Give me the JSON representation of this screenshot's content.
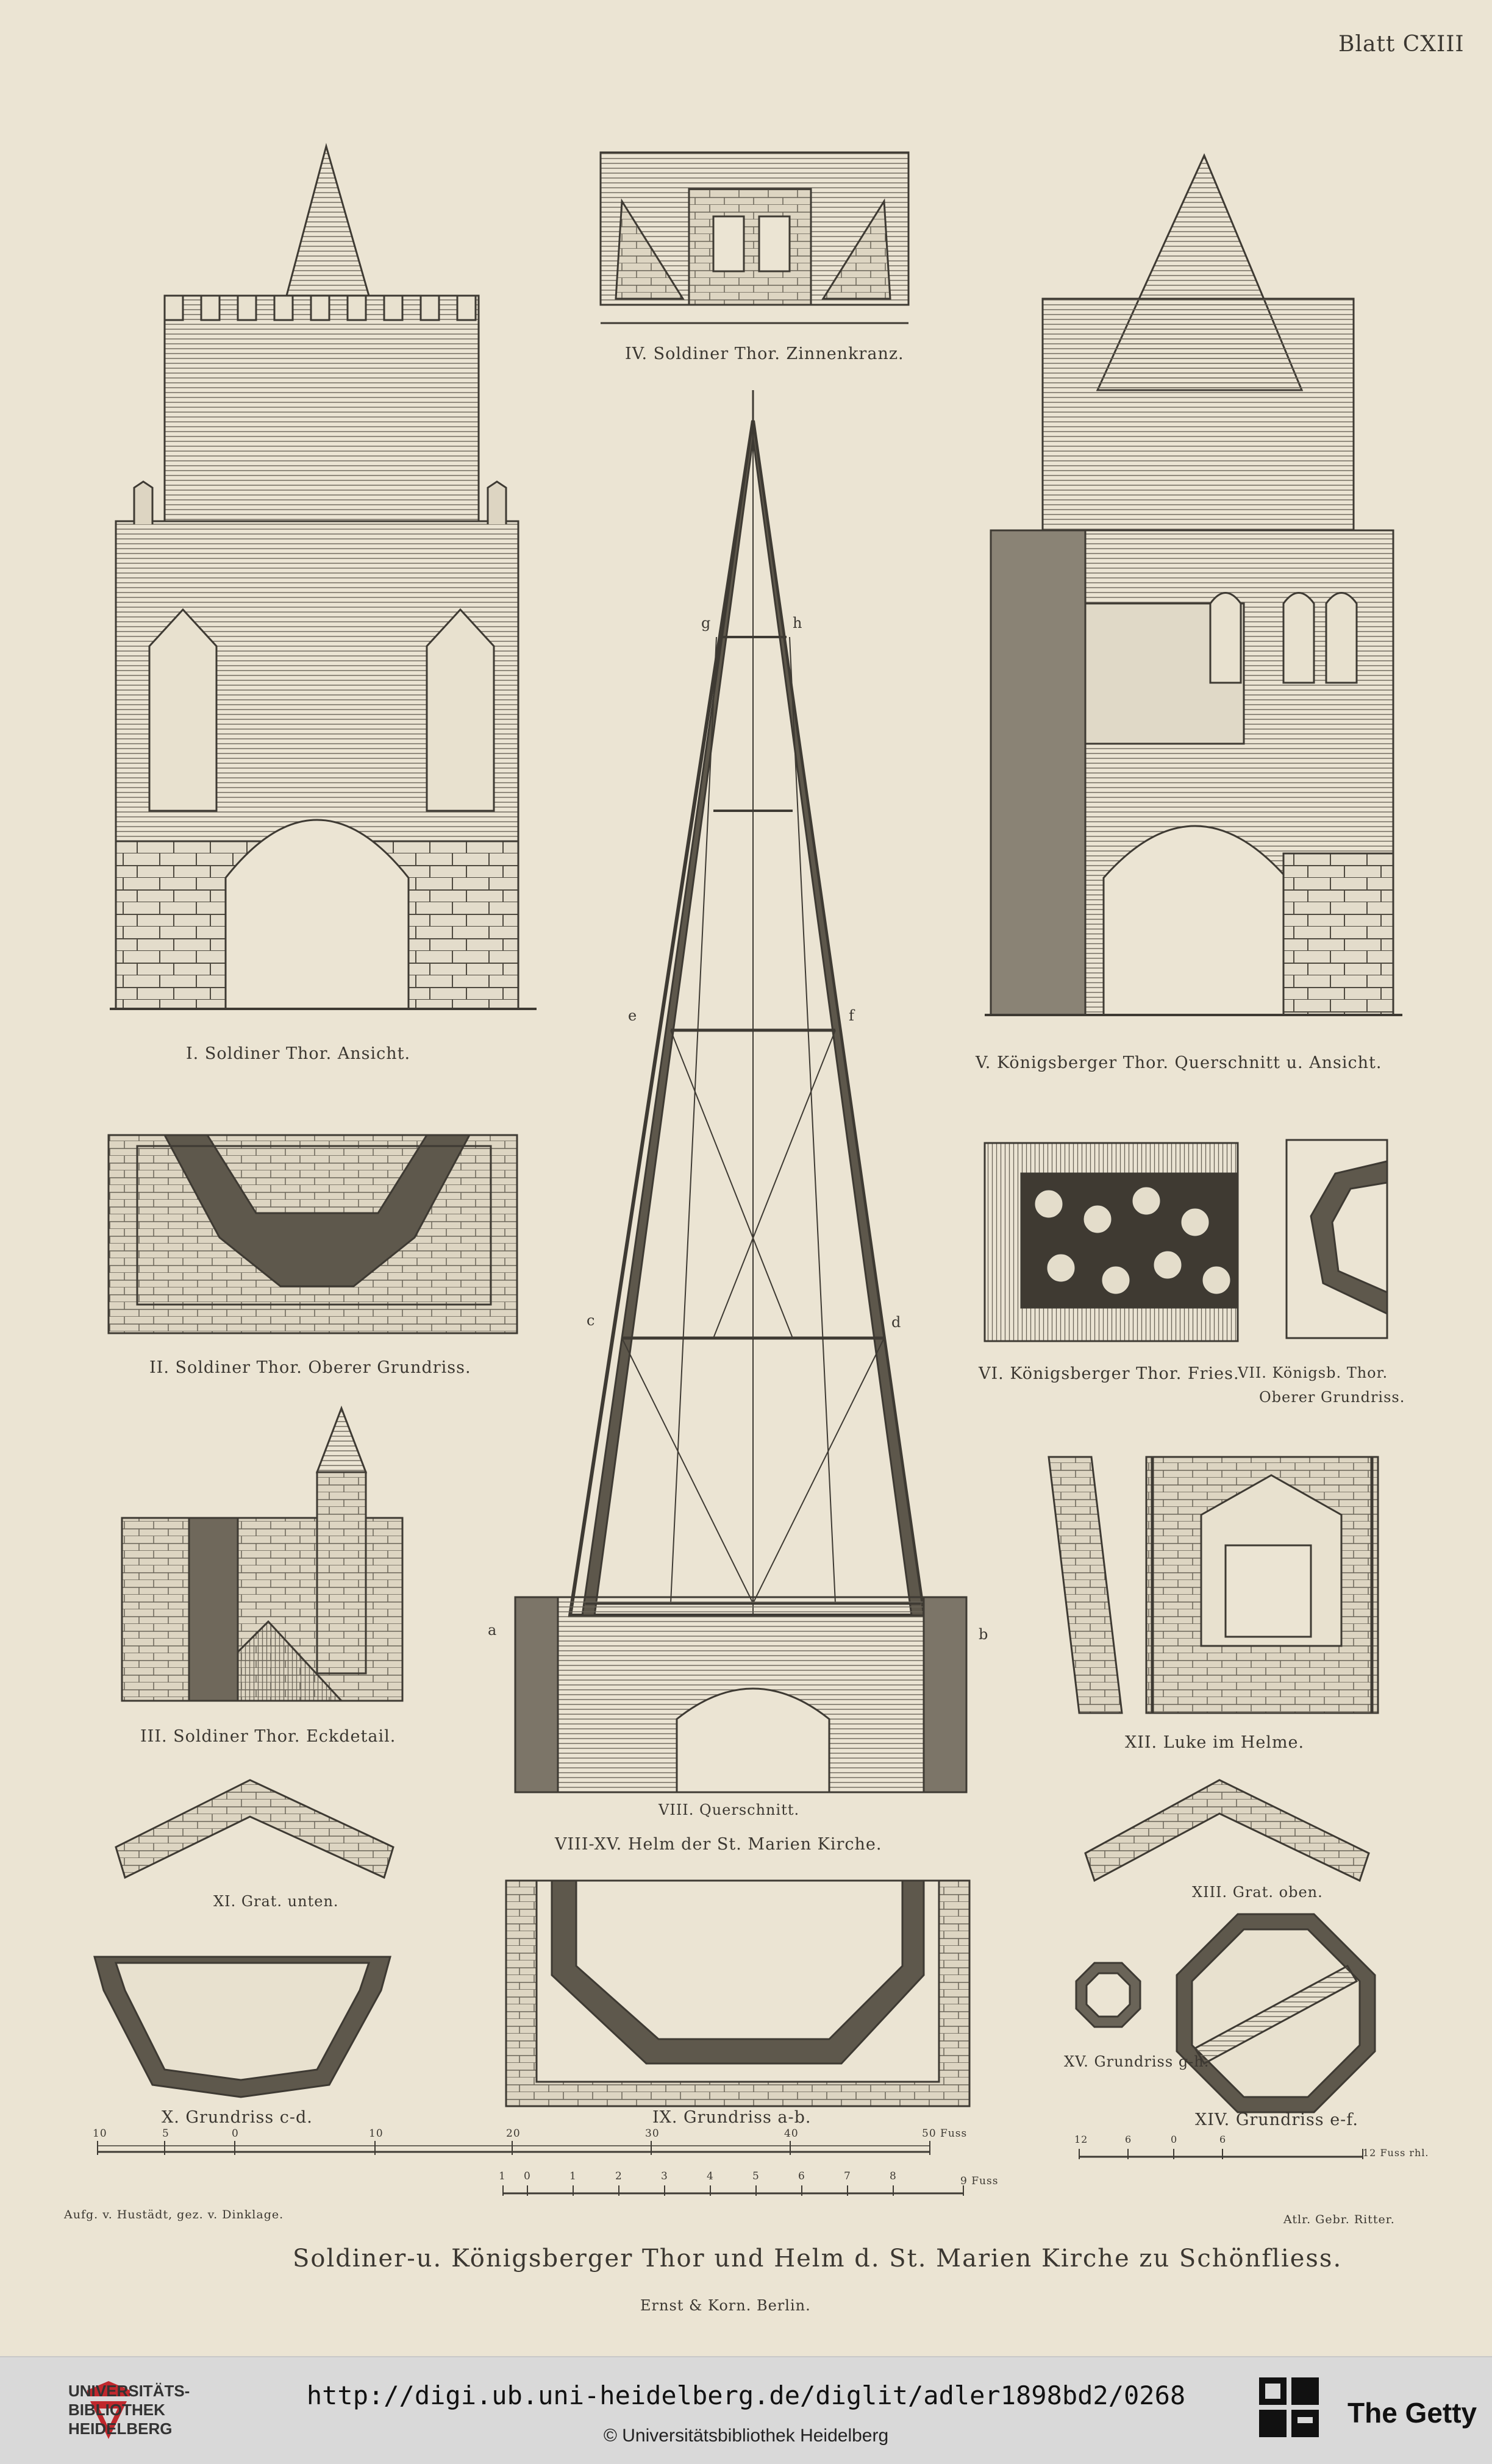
{
  "sheet": {
    "blatt": "Blatt CXIII",
    "main_title": "Soldiner-u. Königsberger Thor und Helm d. St. Marien Kirche zu Schönfliess.",
    "publisher": "Ernst & Korn. Berlin.",
    "credit_left": "Aufg. v. Hustädt, gez. v. Dinklage.",
    "credit_right": "Atlr. Gebr. Ritter.",
    "captions": {
      "fig1": "I. Soldiner Thor. Ansicht.",
      "fig2": "II. Soldiner Thor. Oberer Grundriss.",
      "fig3": "III. Soldiner Thor. Eckdetail.",
      "fig4": "IV. Soldiner Thor. Zinnenkranz.",
      "fig5": "V. Königsberger Thor. Querschnitt u. Ansicht.",
      "fig6": "VI. Königsberger Thor. Fries.",
      "fig7a": "VII. Königsb. Thor.",
      "fig7b": "Oberer Grundriss.",
      "fig8": "VIII. Querschnitt.",
      "fig8_15": "VIII-XV. Helm der St. Marien Kirche.",
      "fig9": "IX. Grundriss a-b.",
      "fig10": "X. Grundriss c-d.",
      "fig11": "XI. Grat. unten.",
      "fig12": "XII. Luke im Helme.",
      "fig13": "XIII. Grat. oben.",
      "fig14": "XIV. Grundriss e-f.",
      "fig15": "XV. Grundriss g-h."
    },
    "section_letters": {
      "a": "a",
      "b": "b",
      "c": "c",
      "d": "d",
      "e": "e",
      "f": "f",
      "g": "g",
      "h": "h"
    },
    "scale_main": {
      "ticks": [
        "10",
        "5",
        "0",
        "10",
        "20",
        "30",
        "40",
        "50 Fuss"
      ]
    },
    "scale_small": {
      "ticks": [
        "1",
        "0",
        "1",
        "2",
        "3",
        "4",
        "5",
        "6",
        "7",
        "8",
        "9 Fuss"
      ]
    },
    "scale_right": {
      "ticks": [
        "12",
        "6",
        "0",
        "6",
        "12 Fuss rhl."
      ]
    }
  },
  "footer": {
    "url": "http://digi.ub.uni-heidelberg.de/diglit/adler1898bd2/0268",
    "copyright": "© Universitätsbibliothek Heidelberg",
    "library_name": [
      "UNIVERSITÄTS-",
      "BIBLIOTHEK",
      "HEIDELBERG"
    ],
    "getty_label": "The Getty",
    "colors": {
      "footer_bg": "#d9d9d9",
      "logo_red": "#c0282d"
    }
  }
}
